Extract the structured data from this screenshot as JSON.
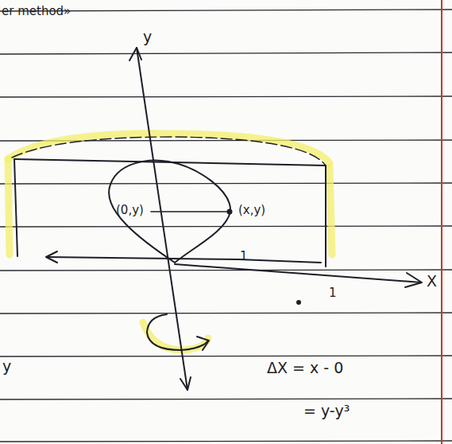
{
  "diagram": {
    "labels": [
      "er method»",
      "y",
      "(0,y)",
      "(x,y)",
      "1",
      "1",
      "X",
      "y",
      "ΔX = x - 0",
      "= y-y³"
    ]
  }
}
